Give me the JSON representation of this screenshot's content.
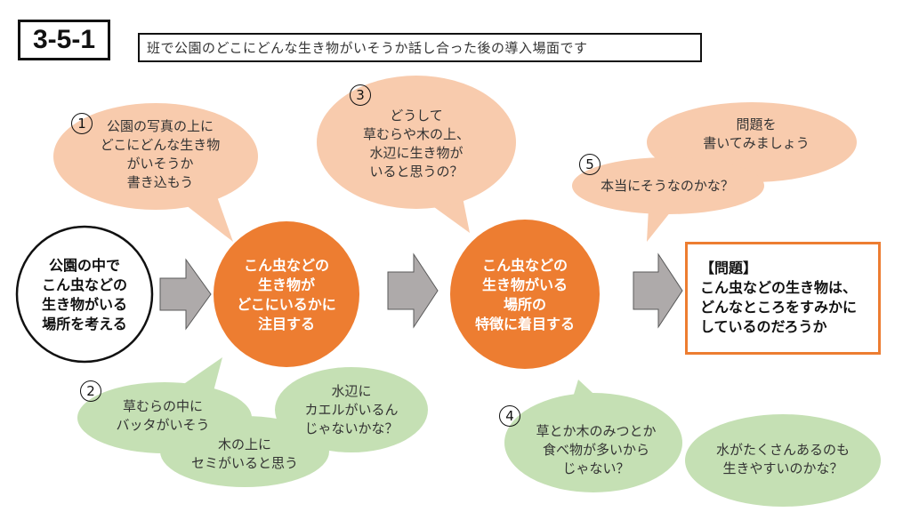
{
  "header": {
    "id_label": "3-5-1",
    "subtitle": "班で公園のどこにどんな生き物がいそうか話し合った後の導入場面です"
  },
  "colors": {
    "orange": "#ed7d31",
    "peach_bubble": "#f8cbad",
    "green_bubble": "#c5e0b4",
    "arrow_gray": "#aeaaaa",
    "arrow_stroke": "#595959"
  },
  "flow": {
    "start_circle": [
      "公園の中で",
      "こん虫などの",
      "生き物がいる",
      "場所を考える"
    ],
    "step1_circle": [
      "こん虫などの",
      "生き物が",
      "どこにいるかに",
      "注目する"
    ],
    "step2_circle": [
      "こん虫などの",
      "生き物がいる",
      "場所の",
      "特徴に着目する"
    ],
    "problem": {
      "heading": "【問題】",
      "lines": [
        "こん虫などの生き物は、",
        "どんなところをすみかに",
        "しているのだろうか"
      ]
    }
  },
  "bubbles": {
    "b1": {
      "number": "1",
      "lines": [
        "公園の写真の上に",
        "どこにどんな生き物",
        "がいそうか",
        "書き込もう"
      ]
    },
    "b2": {
      "number": "2",
      "a": [
        "草むらの中に",
        "バッタがいそう"
      ],
      "b": [
        "木の上に",
        "セミがいると思う"
      ],
      "c": [
        "水辺に",
        "カエルがいるん",
        "じゃないかな？"
      ]
    },
    "b3": {
      "number": "3",
      "lines": [
        "どうして",
        "草むらや木の上、",
        "水辺に生き物が",
        "いると思うの？"
      ]
    },
    "b4": {
      "number": "4",
      "a": [
        "草とか木のみつとか",
        "食べ物が多いから",
        "じゃない？"
      ],
      "b": [
        "水がたくさんあるのも",
        "生きやすいのかな？"
      ]
    },
    "b5": {
      "number": "5",
      "a": [
        "本当にそうなのかな？"
      ],
      "b": [
        "問題を",
        "書いてみましょう"
      ]
    }
  }
}
